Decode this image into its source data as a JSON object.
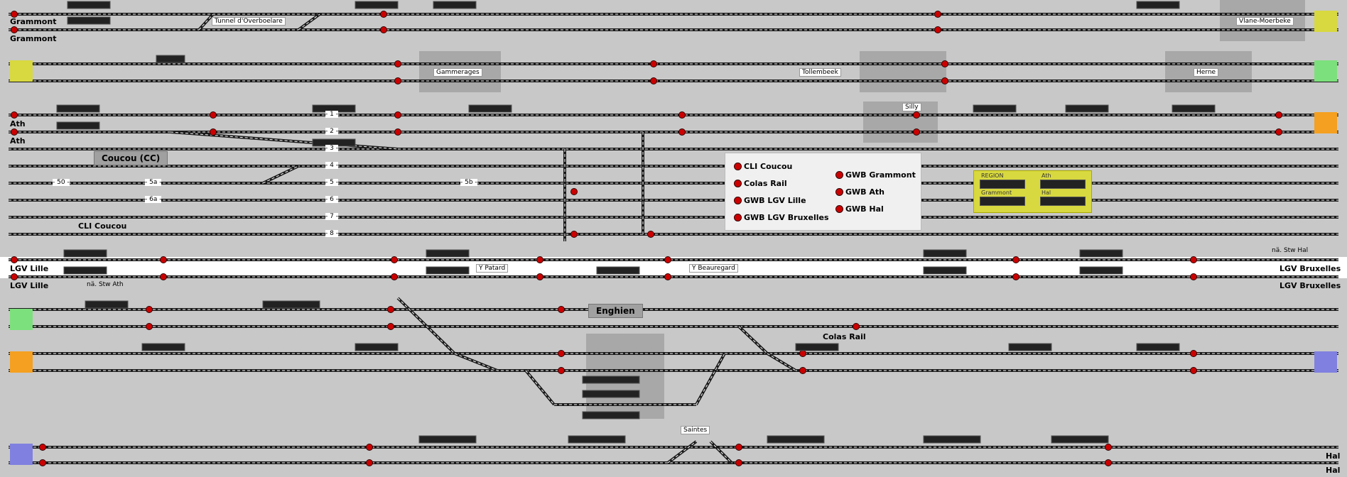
{
  "board": {
    "title": "Interlocking board",
    "left_labels": [
      "Grammont",
      "Grammont",
      "Ath",
      "Ath",
      "LGV Lille",
      "LGV Lille"
    ],
    "right_labels": [
      "LGV Bruxelles",
      "LGV Bruxelles",
      "Hal",
      "Hal"
    ],
    "stations": [
      "Tunnel d'Overboelare",
      "Gammerages",
      "Tollembeek",
      "Herne",
      "Silly",
      "Vlane-Moerbeke",
      "Y Patard",
      "Y Beauregard",
      "Saintes",
      "nä. Stw Ath",
      "nä. Stw Hal"
    ],
    "track_numbers": [
      "- 1 -",
      "- 2 -",
      "- 3 -",
      "- 4 -",
      "- 5 -",
      "- 6 -",
      "- 7 -",
      "- 8 -",
      "- 50 -",
      "- 5a -",
      "- 6a -",
      "- 5b -"
    ],
    "coucou_cc": "Coucou (CC)",
    "cli_coucou": "CLI Coucou",
    "enghien": "Enghien",
    "colas_rail": "Colas Rail"
  },
  "legend": {
    "items": [
      "CLI Coucou",
      "Colas Rail",
      "GWB LGV Lille",
      "GWB LGV Bruxelles",
      "GWB Grammont",
      "GWB Ath",
      "GWB Hal"
    ]
  },
  "region_panel": {
    "labels": [
      "REGION",
      "Ath",
      "Grammont",
      "Hal"
    ]
  },
  "colors": {
    "bg": "#c8c8c8",
    "track": "#1a1a1a",
    "signal": "#cc0000",
    "lgv_band": "#ffffff",
    "yellow": "#d8d840",
    "green": "#7ce07c",
    "orange": "#f5a020",
    "blue": "#8080e0"
  }
}
